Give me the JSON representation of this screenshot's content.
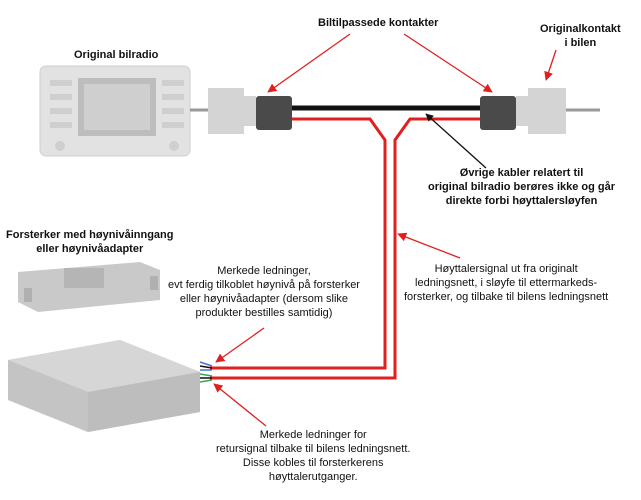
{
  "labels": {
    "radio": "Original bilradio",
    "connectors": "Biltilpassede kontakter",
    "car_connector_l1": "Originalkontakt",
    "car_connector_l2": "i bilen",
    "other_cables_l1": "Øvrige kabler relatert til",
    "other_cables_l2": "original bilradio berøres ikke og går",
    "other_cables_l3": "direkte forbi høyttalersløyfen",
    "amp_title_l1": "Forsterker med høynivåinngang",
    "amp_title_l2": "eller høynivåadapter",
    "marked_in_l1": "Merkede ledninger,",
    "marked_in_l2": "evt ferdig tilkoblet høynivå på forsterker",
    "marked_in_l3": "eller høynivåadapter (dersom slike",
    "marked_in_l4": "produkter bestilles samtidig)",
    "speaker_l1": "Høyttalersignal ut fra originalt",
    "speaker_l2": "ledningsnett, i sløyfe til ettermarkeds-",
    "speaker_l3": "forsterker, og tilbake til bilens ledningsnett",
    "return_l1": "Merkede ledninger for",
    "return_l2": "retursignal tilbake til bilens ledningsnett.",
    "return_l3": "Disse kobles til forsterkerens",
    "return_l4": "høyttalerutganger."
  },
  "colors": {
    "wire_red": "#e01f1f",
    "wire_black": "#111111",
    "connector_dark": "#4a4a4a",
    "housing_light": "#d4d4d4",
    "device_gray": "#c9c9c9",
    "lead_blue": "#4a6fd0",
    "lead_green": "#3aa655"
  }
}
